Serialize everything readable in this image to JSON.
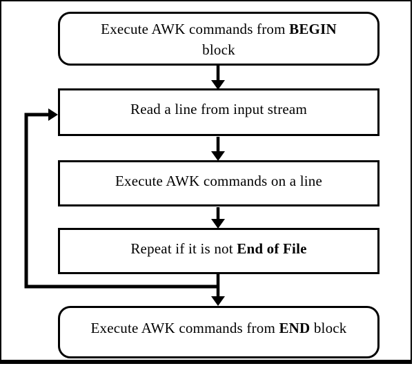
{
  "diagram": {
    "type": "flowchart",
    "colors": {
      "line": "#000000",
      "text": "#000000",
      "background": "#ffffff"
    },
    "nodes": [
      {
        "id": "begin-block",
        "shape": "rounded-rectangle",
        "text_pre": "Execute AWK commands from ",
        "text_bold": "BEGIN",
        "text_line2": "block"
      },
      {
        "id": "read-line",
        "shape": "rectangle",
        "text_pre": "Read a line from input stream"
      },
      {
        "id": "execute-line",
        "shape": "rectangle",
        "text_pre": "Execute AWK commands on a line"
      },
      {
        "id": "repeat-eof",
        "shape": "rectangle",
        "text_pre": "Repeat if it is not ",
        "text_bold": "End of File"
      },
      {
        "id": "end-block",
        "shape": "rounded-rectangle",
        "text_pre": "Execute AWK commands from ",
        "text_bold": "END",
        "text_post": " block"
      }
    ],
    "edges": [
      {
        "from": "begin-block",
        "to": "read-line",
        "style": "arrow-down"
      },
      {
        "from": "read-line",
        "to": "execute-line",
        "style": "arrow-down"
      },
      {
        "from": "execute-line",
        "to": "repeat-eof",
        "style": "arrow-down"
      },
      {
        "from": "repeat-eof",
        "to": "end-block",
        "style": "arrow-down"
      },
      {
        "from": "repeat-eof",
        "to": "read-line",
        "style": "loop-back-left"
      }
    ]
  }
}
